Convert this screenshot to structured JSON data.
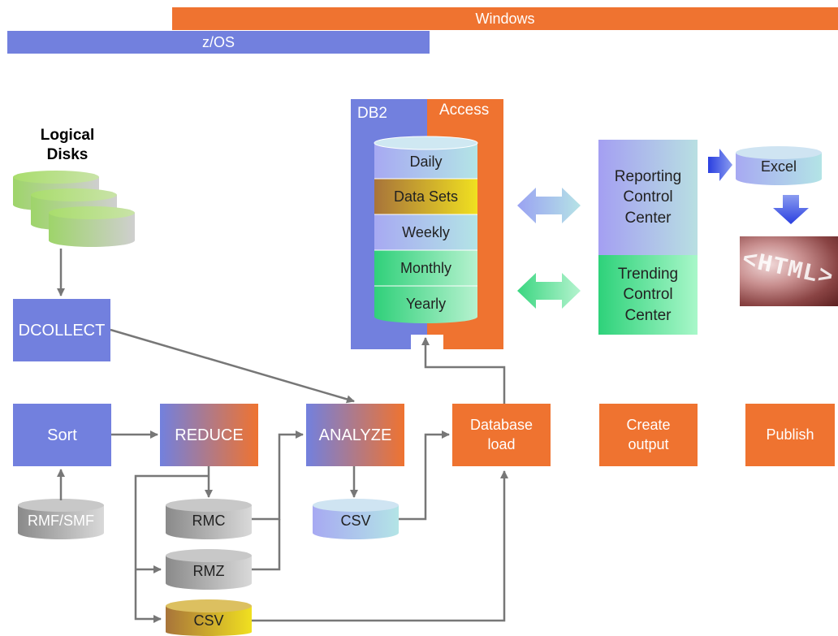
{
  "banners": {
    "windows": "Windows",
    "zos": "z/OS"
  },
  "logical_disks_title": "Logical\nDisks",
  "db_panel": {
    "db2": "DB2",
    "access": "Access"
  },
  "db_segments": [
    "Daily",
    "Data Sets",
    "Weekly",
    "Monthly",
    "Yearly"
  ],
  "control_centers": {
    "reporting": "Reporting\nControl\nCenter",
    "trending": "Trending\nControl\nCenter"
  },
  "outputs": {
    "excel": "Excel",
    "html_logo": "<HTML>"
  },
  "process": {
    "dcollect": "DCOLLECT",
    "sort": "Sort",
    "reduce": "REDUCE",
    "analyze": "ANALYZE",
    "database_load": "Database\nload",
    "create_output": "Create\noutput",
    "publish": "Publish"
  },
  "files": {
    "rmf_smf": "RMF/SMF",
    "rmc": "RMC",
    "rmz": "RMZ",
    "csv_analyze": "CSV",
    "csv_reduce": "CSV"
  },
  "colors": {
    "blue": "#7280de",
    "orange": "#ef7330",
    "arrow": "#777777"
  }
}
